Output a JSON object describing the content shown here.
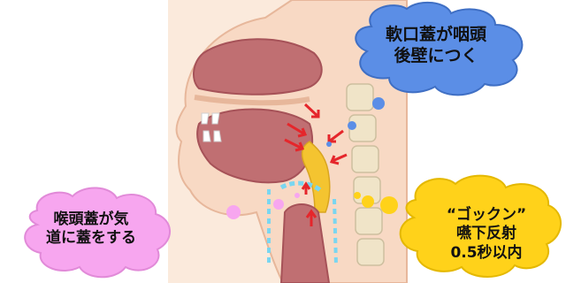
{
  "clouds": {
    "soft_palate": {
      "line1": "軟口蓋が咽頭",
      "line2": "後壁につく",
      "color": "#5b8ee6"
    },
    "epiglottis": {
      "line1": "喉頭蓋が気",
      "line2": "道に蓋をする",
      "color": "#f7a6ef"
    },
    "swallow": {
      "line1": "“ゴックン”",
      "line2": "嚥下反射",
      "line3": "0.5秒以内",
      "color": "#ffd21a"
    }
  },
  "colors": {
    "skin": "#f8d9c4",
    "skin_dark": "#e7b79b",
    "tissue": "#c06f72",
    "tissue_dark": "#a65258",
    "bone": "#f0e4c8",
    "arrow": "#e5262b",
    "yellow_bolus": "#f4c430",
    "airway": "#7ad6f0"
  }
}
